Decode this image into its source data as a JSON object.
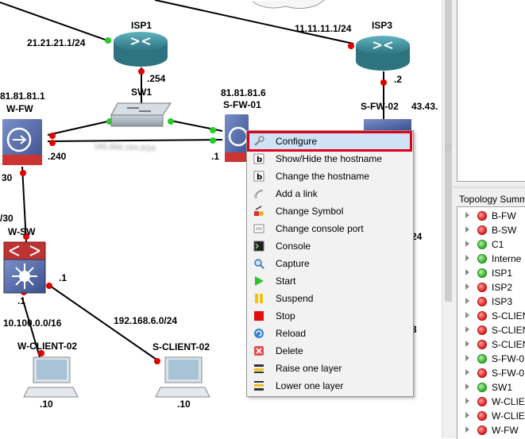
{
  "canvas": {
    "labels": {
      "isp1_net": "21.21.21.1/24",
      "isp1": "ISP1",
      "isp3_net": "11.11.11.1/24",
      "isp3": "ISP3",
      "isp1_port": ".254",
      "isp3_port": ".2",
      "sw1": "SW1",
      "wfw_ip": "81.81.81.1",
      "wfw": "W-FW",
      "sfw_ip": "81.81.81.6",
      "sfw": "S-FW-01",
      "sfw02": "S-FW-02",
      "sfw02_ip": "43.43.",
      "wfw_port": ".240",
      "sfw_port": ".1",
      "w30": "30",
      "w_30": "/30",
      "wsw": "W-SW",
      "wsw_port1": ".1",
      "wsw_port2": ".1",
      "net_w": "10.100.0.0/16",
      "net_s": "192.168.6.0/24",
      "wclient": "W-CLIENT-02",
      "sclient": "S-CLIENT-02",
      "wclient_port": ".10",
      "sclient_port": ".10",
      "r24": "24",
      "r3": "3",
      "blurred": "186.888.194.0/24"
    }
  },
  "context_menu": {
    "items": [
      {
        "label": "Configure",
        "icon": "wrench-icon"
      },
      {
        "label": "Show/Hide the hostname",
        "icon": "hostname-toggle-icon"
      },
      {
        "label": "Change the hostname",
        "icon": "hostname-edit-icon"
      },
      {
        "label": "Add a link",
        "icon": "link-icon"
      },
      {
        "label": "Change Symbol",
        "icon": "symbol-icon"
      },
      {
        "label": "Change console port",
        "icon": "console-port-icon"
      },
      {
        "label": "Console",
        "icon": "terminal-icon"
      },
      {
        "label": "Capture",
        "icon": "magnifier-icon"
      },
      {
        "label": "Start",
        "icon": "play-icon"
      },
      {
        "label": "Suspend",
        "icon": "pause-icon"
      },
      {
        "label": "Stop",
        "icon": "stop-icon"
      },
      {
        "label": "Reload",
        "icon": "reload-icon"
      },
      {
        "label": "Delete",
        "icon": "delete-icon"
      },
      {
        "label": "Raise one layer",
        "icon": "raise-layer-icon"
      },
      {
        "label": "Lower one layer",
        "icon": "lower-layer-icon"
      }
    ],
    "highlighted": "Configure"
  },
  "topology_summary": {
    "title": "Topology Summar",
    "items": [
      {
        "name": "B-FW",
        "status": "red"
      },
      {
        "name": "B-SW",
        "status": "red"
      },
      {
        "name": "C1",
        "status": "green"
      },
      {
        "name": "Interne",
        "status": "green"
      },
      {
        "name": "ISP1",
        "status": "green"
      },
      {
        "name": "ISP2",
        "status": "red"
      },
      {
        "name": "ISP3",
        "status": "red"
      },
      {
        "name": "S-CLIEN",
        "status": "red"
      },
      {
        "name": "S-CLIEN",
        "status": "red"
      },
      {
        "name": "S-CLIEN",
        "status": "red"
      },
      {
        "name": "S-FW-0",
        "status": "green"
      },
      {
        "name": "S-FW-0",
        "status": "red"
      },
      {
        "name": "SW1",
        "status": "green"
      },
      {
        "name": "W-CLIE",
        "status": "red"
      },
      {
        "name": "W-CLIE",
        "status": "red"
      },
      {
        "name": "W-FW",
        "status": "red"
      }
    ]
  },
  "colors": {
    "link_dot_red": "#e00000",
    "link_dot_green": "#22cc22",
    "router_teal": "#3a8f9a",
    "highlight_border": "#e0001b",
    "menu_bg": "#f2f2f2"
  }
}
